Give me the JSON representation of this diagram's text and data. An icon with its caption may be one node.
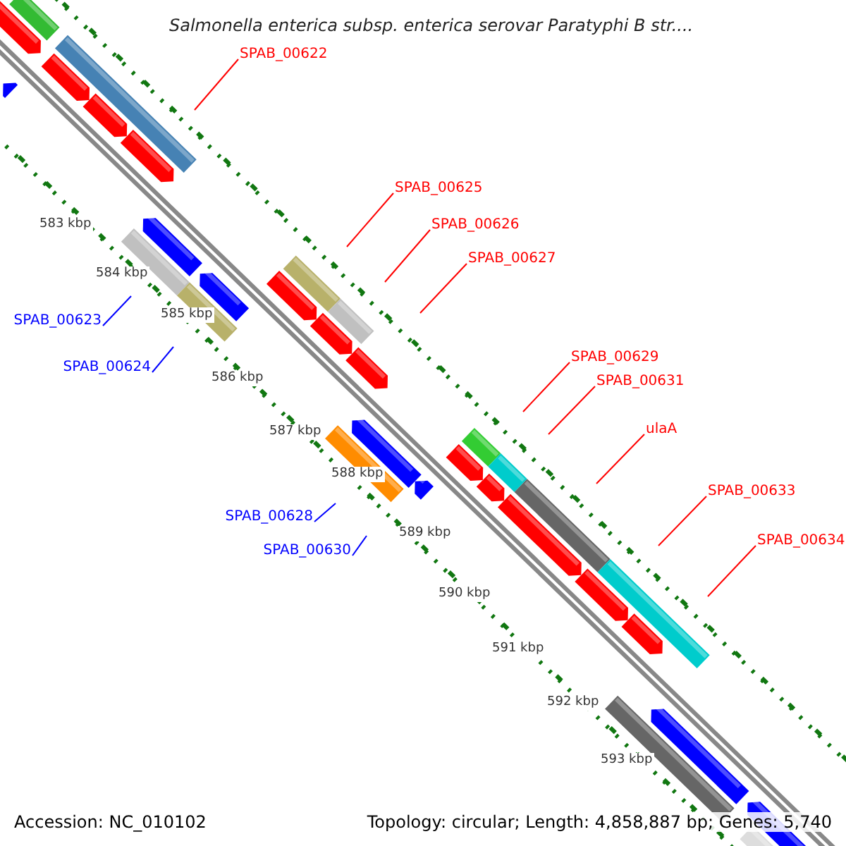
{
  "diagram": {
    "title": "Salmonella enterica subsp. enterica serovar Paratyphi B str....",
    "nodes": [
      {
        "text": [
          "SPAB_00622"
        ]
      },
      {
        "text": [
          "SPAB_00625"
        ]
      },
      {
        "text": [
          "SPAB_00626"
        ]
      },
      {
        "text": [
          "SPAB_00627"
        ]
      },
      {
        "text": [
          "SPAB_00623"
        ]
      },
      {
        "text": [
          "SPAB_00629"
        ]
      },
      {
        "text": [
          "SPAB_00624"
        ]
      },
      {
        "text": [
          "SPAB_00631"
        ]
      },
      {
        "text": [
          "ulaA"
        ]
      },
      {
        "text": [
          "SPAB_00633"
        ]
      },
      {
        "text": [
          "SPAB_00628"
        ]
      },
      {
        "text": [
          "SPAB_00634"
        ]
      },
      {
        "text": [
          "SPAB_00630"
        ]
      }
    ],
    "edges": [
      {
        "from": 0,
        "to": null,
        "arrow": "none"
      },
      {
        "from": 1,
        "to": null,
        "arrow": "none"
      },
      {
        "from": 2,
        "to": null,
        "arrow": "none"
      },
      {
        "from": 3,
        "to": null,
        "arrow": "none"
      },
      {
        "from": 4,
        "to": null,
        "arrow": "none",
        "color": "#0000ff"
      },
      {
        "from": 5,
        "to": null,
        "arrow": "none"
      },
      {
        "from": 6,
        "to": null,
        "arrow": "none",
        "color": "#0000ff"
      },
      {
        "from": 7,
        "to": null,
        "arrow": "none"
      },
      {
        "from": 8,
        "to": null,
        "arrow": "none"
      },
      {
        "from": 9,
        "to": null,
        "arrow": "none"
      },
      {
        "from": 10,
        "to": null,
        "arrow": "none",
        "color": "#0000ff"
      },
      {
        "from": 11,
        "to": null,
        "arrow": "none"
      },
      {
        "from": 12,
        "to": null,
        "arrow": "none",
        "color": "#0000ff"
      }
    ],
    "labels": [
      "583 kbp",
      "584 kbp",
      "585 kbp",
      "586 kbp",
      "587 kbp",
      "588 kbp",
      "589 kbp",
      "590 kbp",
      "591 kbp",
      "592 kbp",
      "593 kbp",
      "Accession: NC_010102",
      "Topology: circular; Length: 4,858,887 bp; Genes: 5,740"
    ]
  }
}
